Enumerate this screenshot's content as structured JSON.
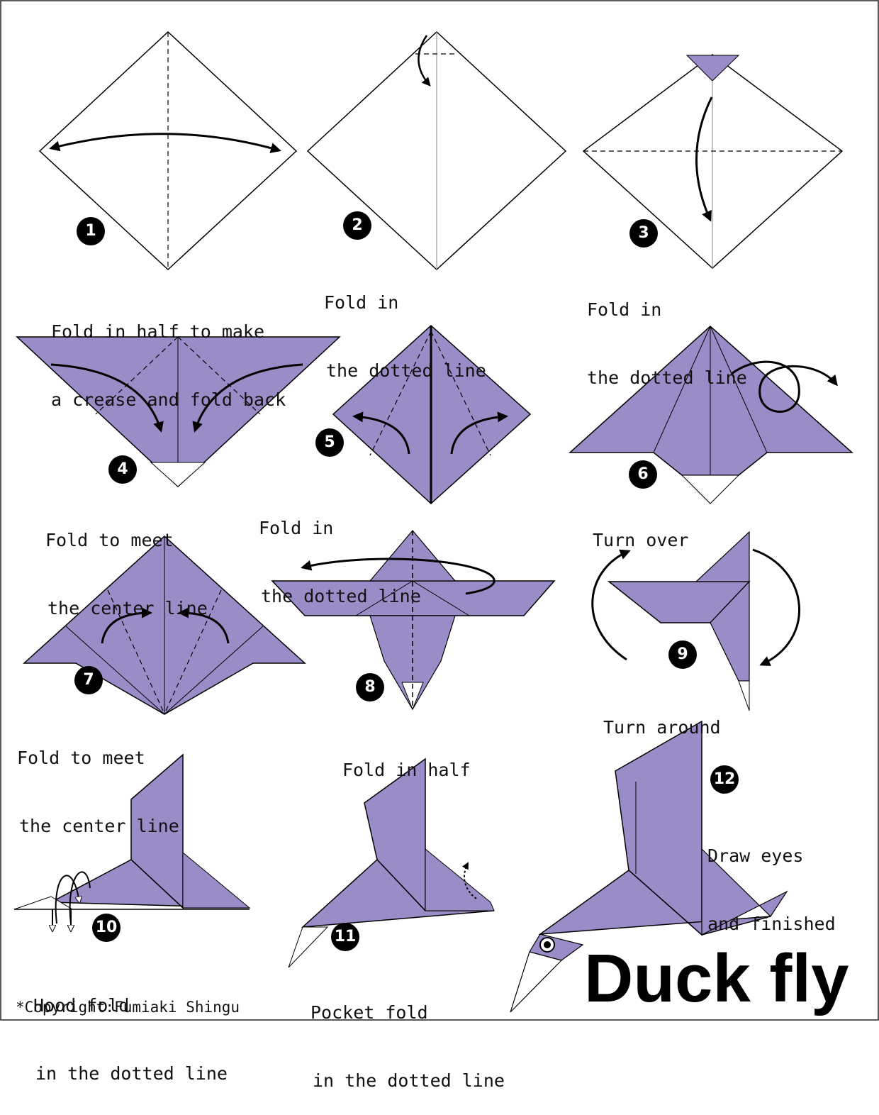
{
  "title": "Duck fly",
  "copyright": "*Copyright:Fumiaki Shingu",
  "colors": {
    "paper": "#9a8cc7",
    "paper_back": "#ffffff",
    "line": "#000000",
    "frame": "#5a5a5a"
  },
  "steps": [
    {
      "number": "1",
      "caption_line1": "Fold in half to make",
      "caption_line2": "a crease and fold back"
    },
    {
      "number": "2",
      "caption_line1": "Fold in",
      "caption_line2": "the dotted line"
    },
    {
      "number": "3",
      "caption_line1": "Fold in",
      "caption_line2": "the dotted line"
    },
    {
      "number": "4",
      "caption_line1": "Fold to meet",
      "caption_line2": "the center line"
    },
    {
      "number": "5",
      "caption_line1": "Fold in",
      "caption_line2": "the dotted line"
    },
    {
      "number": "6",
      "caption_line1": "Turn over",
      "caption_line2": ""
    },
    {
      "number": "7",
      "caption_line1": "Fold to meet",
      "caption_line2": "the center line"
    },
    {
      "number": "8",
      "caption_line1": "Fold in half",
      "caption_line2": ""
    },
    {
      "number": "9",
      "caption_line1": "Turn around",
      "caption_line2": ""
    },
    {
      "number": "10",
      "caption_line1": "Hood fold",
      "caption_line2": "in the dotted line"
    },
    {
      "number": "11",
      "caption_line1": "Pocket fold",
      "caption_line2": "in the dotted line"
    },
    {
      "number": "12",
      "caption_line1": "Draw eyes",
      "caption_line2": "and finished"
    }
  ]
}
